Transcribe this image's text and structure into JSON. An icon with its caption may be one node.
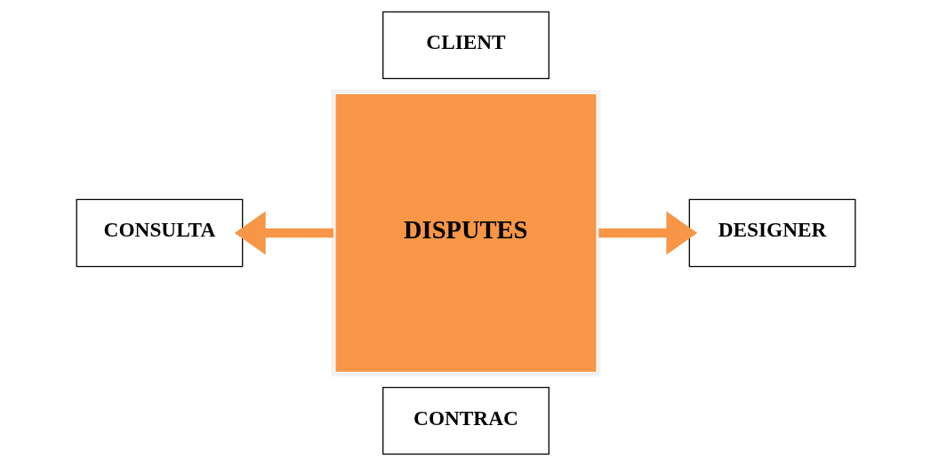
{
  "diagram": {
    "nodes": [
      {
        "text": [
          "CLIENT"
        ]
      },
      {
        "text": [
          "DISPUTES"
        ]
      },
      {
        "text": [
          "CONSULTA"
        ]
      },
      {
        "text": [
          "DESIGNER"
        ]
      },
      {
        "text": [
          "CONTRAC"
        ]
      }
    ],
    "edges": [
      {
        "from": 1,
        "to": 2,
        "arrow": "to"
      },
      {
        "from": 1,
        "to": 3,
        "arrow": "to"
      }
    ]
  }
}
